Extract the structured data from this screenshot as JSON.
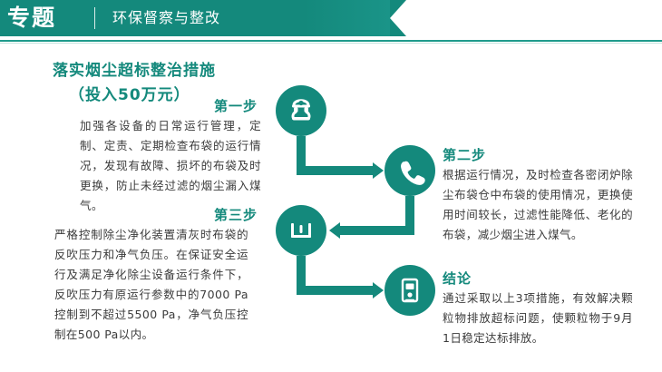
{
  "header": {
    "brand": "专题",
    "subtitle": "环保督察与整改",
    "accent_color": "#14897c"
  },
  "title": {
    "line1": "落实烟尘超标整治措施",
    "line2": "（投入50万元）"
  },
  "steps": [
    {
      "label": "第一步",
      "icon": "telephone-icon",
      "text": "加强各设备的日常运行管理，定制、定责、定期检查布袋的运行情况，发现有故障、损坏的布袋及时更换，防止未经过滤的烟尘漏入煤气。"
    },
    {
      "label": "第二步",
      "icon": "phone-handset-icon",
      "text": "根据运行情况，及时检查各密闭炉除尘布袋仓中布袋的使用情况，更换使用时间较长，过滤性能降低、老化的布袋，减少烟尘进入煤气。"
    },
    {
      "label": "第三步",
      "icon": "gauge-icon",
      "text": "严格控制除尘净化装置清灰时布袋的反吹压力和净气负压。在保证安全运行及满足净化除尘设备运行条件下，反吹压力有原运行参数中的7000 Pa控制到不超过5500 Pa，净气负压控制在500 Pa以内。"
    },
    {
      "label": "结论",
      "icon": "document-check-icon",
      "text": "通过采取以上3项措施，有效解决颗粒物排放超标问题，使颗粒物于9月1日稳定达标排放。"
    }
  ]
}
